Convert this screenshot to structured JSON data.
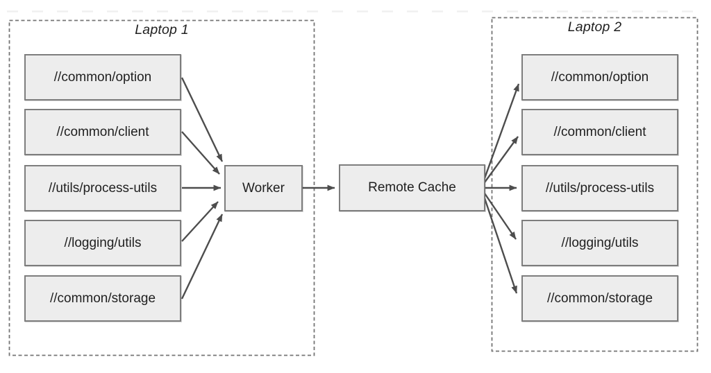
{
  "laptop1": {
    "title": "Laptop 1",
    "nodes": [
      "//common/option",
      "//common/client",
      "//utils/process-utils",
      "//logging/utils",
      "//common/storage"
    ]
  },
  "laptop2": {
    "title": "Laptop 2",
    "nodes": [
      "//common/option",
      "//common/client",
      "//utils/process-utils",
      "//logging/utils",
      "//common/storage"
    ]
  },
  "center": {
    "worker": "Worker",
    "remote_cache": "Remote Cache"
  },
  "colors": {
    "background": "#ffffff",
    "arrow": "#4d4d4d",
    "group_border": "#757575",
    "node_fill": "#ededed",
    "node_border": "#7d7d7d",
    "text": "#1f1f1f"
  }
}
